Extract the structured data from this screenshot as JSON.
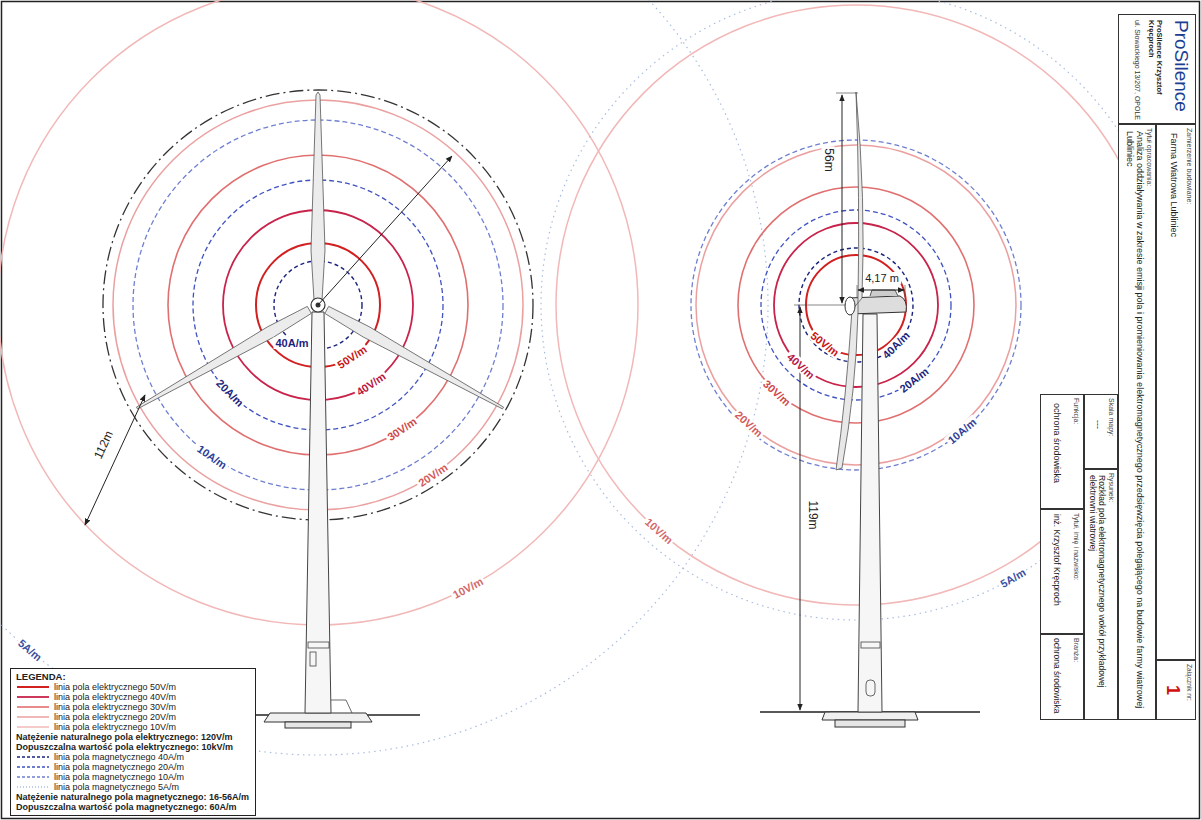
{
  "diagram": {
    "labels": [
      "40A/m",
      "50V/m",
      "20A/m",
      "40V/m",
      "30V/m",
      "20V/m",
      "112m",
      "10A/m",
      "10V/m",
      "10V/m",
      "5A/m",
      "56m",
      "4,17 m",
      "50V/m",
      "40V/m",
      "30V/m",
      "20V/m",
      "40A/m",
      "20A/m",
      "10A/m",
      "119m",
      "5A/m",
      "LEGENDA:",
      "Natężenie naturalnego pola elektrycznego: 120V/m",
      "Dopuszczalna wartość pola elektrycznego: 10kV/m",
      "Natężenie naturalnego pola magnetycznego: 16-56A/m",
      "Dopuszczalna wartość pola magnetycznego: 60A/m",
      "ProSilence",
      "ProSilence Krzysztof Kręcproch",
      "ul. Słowackiego 13/207, OPOLE",
      "Zamierzenie budowlane:",
      "Farma Wiatrowa Lubliniec",
      "Tytuł opracowania:",
      "Analiza oddziaływania w zakresie emisji pola i promieniowania elektromagnetycznego przedsięwzięcia polegającego na budowie farmy wiatrowej Lubliniec",
      "Skala mapy:",
      "---",
      "Rysunek:",
      "Rozkład pola elektromagnetycznego wokół przykładowej elektrowni wiatrowej",
      "Funkcja:",
      "ochrona środowiska",
      "Tytuł, imię i nazwisko:",
      "inż. Krzysztof Kręcproch",
      "Branża:",
      "ochrona środowiska",
      "Załącznik nr:",
      "1"
    ],
    "legend": [
      {
        "text": "linia pola elektrycznego 50V/m"
      },
      {
        "text": "linia pola elektrycznego 40V/m"
      },
      {
        "text": "linia pola elektrycznego 30V/m"
      },
      {
        "text": "linia pola elektrycznego 20V/m"
      },
      {
        "text": "linia pola elektrycznego 10V/m"
      },
      {
        "text": "linia pola magnetycznego 40A/m"
      },
      {
        "text": "linia pola magnetycznego 20A/m"
      },
      {
        "text": "linia pola magnetycznego 10A/m"
      },
      {
        "text": "linia pola magnetycznego 5A/m"
      }
    ]
  }
}
